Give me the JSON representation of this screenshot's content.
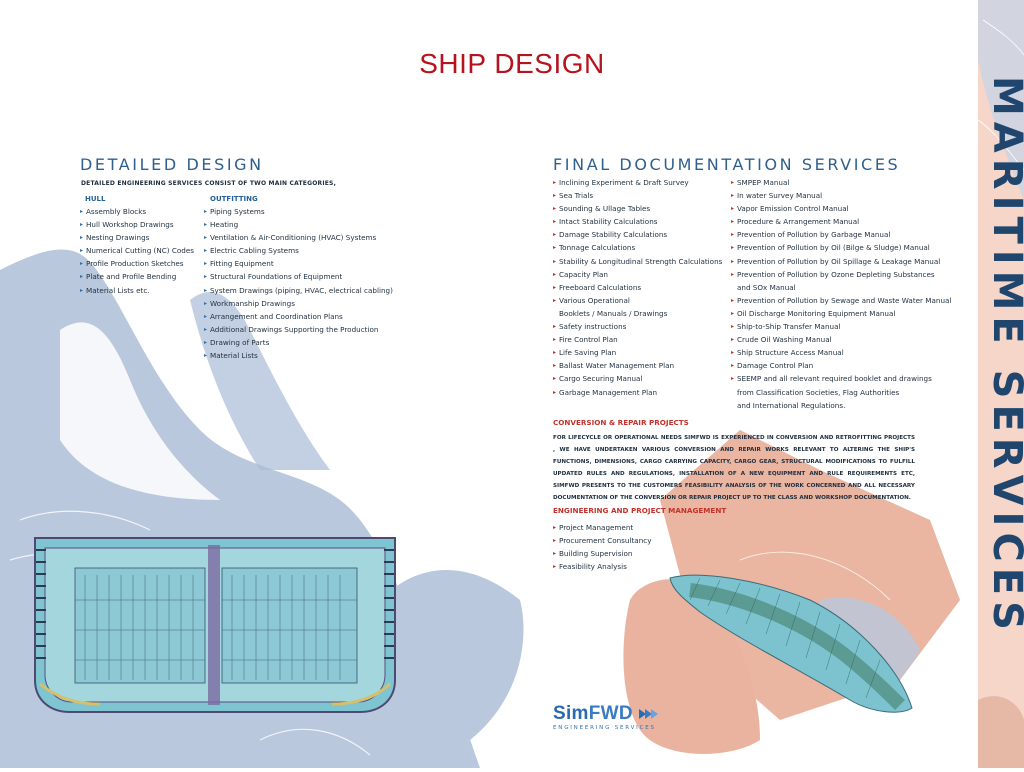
{
  "slide": {
    "title": "SHIP DESIGN"
  },
  "side_banner": {
    "text": "MARITIME SERVICES",
    "bg": "#f5d6c9",
    "text_color": "#21466e"
  },
  "detailed_design": {
    "heading": "DETAILED DESIGN",
    "intro": "DETAILED ENGINEERING SERVICES CONSIST OF TWO MAIN CATEGORIES,",
    "hull": {
      "heading": "HULL",
      "items": [
        "Assembly Blocks",
        "Hull Workshop Drawings",
        "Nesting Drawings",
        "Numerical Cutting (NC) Codes",
        "Profile Production Sketches",
        "Plate and Profile Bending",
        "Material Lists etc."
      ]
    },
    "outfitting": {
      "heading": "OUTFITTING",
      "items": [
        "Piping Systems",
        "Heating",
        "Ventilation & Air-Conditioning (HVAC) Systems",
        "Electric Cabling Systems",
        "Fitting Equipment",
        "Structural Foundations of Equipment",
        "System Drawings (piping, HVAC, electrical cabling)",
        "Workmanship Drawings",
        "Arrangement and Coordination Plans",
        "Additional Drawings Supporting the Production",
        "Drawing of Parts",
        "Material Lists"
      ]
    }
  },
  "final_documentation": {
    "heading": "FINAL DOCUMENTATION SERVICES",
    "col1": [
      {
        "text": "Inclining Experiment & Draft Survey",
        "bullet": true
      },
      {
        "text": "Sea Trials",
        "bullet": true
      },
      {
        "text": "Sounding & Ullage Tables",
        "bullet": true
      },
      {
        "text": "Intact Stability Calculations",
        "bullet": true
      },
      {
        "text": "Damage Stability Calculations",
        "bullet": true
      },
      {
        "text": "Tonnage Calculations",
        "bullet": true
      },
      {
        "text": "Stability & Longitudinal Strength Calculations",
        "bullet": true
      },
      {
        "text": "Capacity Plan",
        "bullet": true
      },
      {
        "text": "Freeboard Calculations",
        "bullet": true
      },
      {
        "text": "Various Operational",
        "bullet": true
      },
      {
        "text": "Booklets / Manuals / Drawings",
        "bullet": false
      },
      {
        "text": "Safety instructions",
        "bullet": true
      },
      {
        "text": "Fire Control Plan",
        "bullet": true
      },
      {
        "text": "Life Saving Plan",
        "bullet": true
      },
      {
        "text": "Ballast Water Management Plan",
        "bullet": true
      },
      {
        "text": "Cargo Securing Manual",
        "bullet": true
      },
      {
        "text": "Garbage Management Plan",
        "bullet": true
      }
    ],
    "col2": [
      {
        "text": "SMPEP Manual",
        "bullet": true
      },
      {
        "text": "In water Survey Manual",
        "bullet": true
      },
      {
        "text": "Vapor Emission Control Manual",
        "bullet": true
      },
      {
        "text": "Procedure & Arrangement Manual",
        "bullet": true
      },
      {
        "text": "Prevention of Pollution by Garbage Manual",
        "bullet": true
      },
      {
        "text": "Prevention of Pollution by Oil (Bilge & Sludge) Manual",
        "bullet": true
      },
      {
        "text": "Prevention of Pollution by Oil Spillage & Leakage Manual",
        "bullet": true
      },
      {
        "text": "Prevention of Pollution by Ozone Depleting Substances",
        "bullet": true
      },
      {
        "text": "and SOx Manual",
        "bullet": false
      },
      {
        "text": "Prevention of Pollution by Sewage and Waste Water Manual",
        "bullet": true
      },
      {
        "text": "Oil Discharge Monitoring Equipment Manual",
        "bullet": true
      },
      {
        "text": "Ship-to-Ship Transfer Manual",
        "bullet": true
      },
      {
        "text": "Crude Oil Washing Manual",
        "bullet": true
      },
      {
        "text": "Ship Structure Access Manual",
        "bullet": true
      },
      {
        "text": "Damage Control Plan",
        "bullet": true
      },
      {
        "text": "SEEMP and all relevant required booklet and drawings",
        "bullet": true
      },
      {
        "text": "from Classification Societies, Flag Authorities",
        "bullet": false
      },
      {
        "text": "and International Regulations.",
        "bullet": false
      }
    ]
  },
  "conversion_repair": {
    "heading": "CONVERSION & REPAIR PROJECTS",
    "text": "FOR LIFECYCLE OR OPERATIONAL NEEDS SIMFWD IS EXPERIENCED IN CONVERSION AND RETROFITTING PROJECTS , WE HAVE UNDERTAKEN VARIOUS CONVERSION AND REPAIR WORKS RELEVANT TO ALTERING THE SHIP'S FUNCTIONS, DIMENSIONS, CARGO CARRYING CAPACITY, CARGO GEAR, STRUCTURAL MODIFICATIONS TO FULFILL UPDATED RULES AND REGULATIONS, INSTALLATION OF A NEW EQUIPMENT AND RULE REQUIREMENTS ETC, SIMFWD PRESENTS TO THE CUSTOMERS FEASIBILITY ANALYSIS OF THE WORK CONCERNED AND ALL NECESSARY DOCUMENTATION OF THE CONVERSION OR REPAIR PROJECT UP TO THE CLASS AND WORKSHOP DOCUMENTATION."
  },
  "engineering_pm": {
    "heading": "ENGINEERING AND PROJECT MANAGEMENT",
    "items": [
      "Project Management",
      "Procurement Consultancy",
      "Building Supervision",
      "Feasibility Analysis"
    ]
  },
  "logo": {
    "name_part1": "Sim",
    "name_part2": "FWD",
    "subtitle": "ENGINEERING SERVICES"
  },
  "colors": {
    "title_red": "#b5131d",
    "heading_blue": "#2f5f8c",
    "accent_red": "#c4322c",
    "shape_blue": "#b7c7de",
    "shape_salmon": "#e8ad97"
  }
}
